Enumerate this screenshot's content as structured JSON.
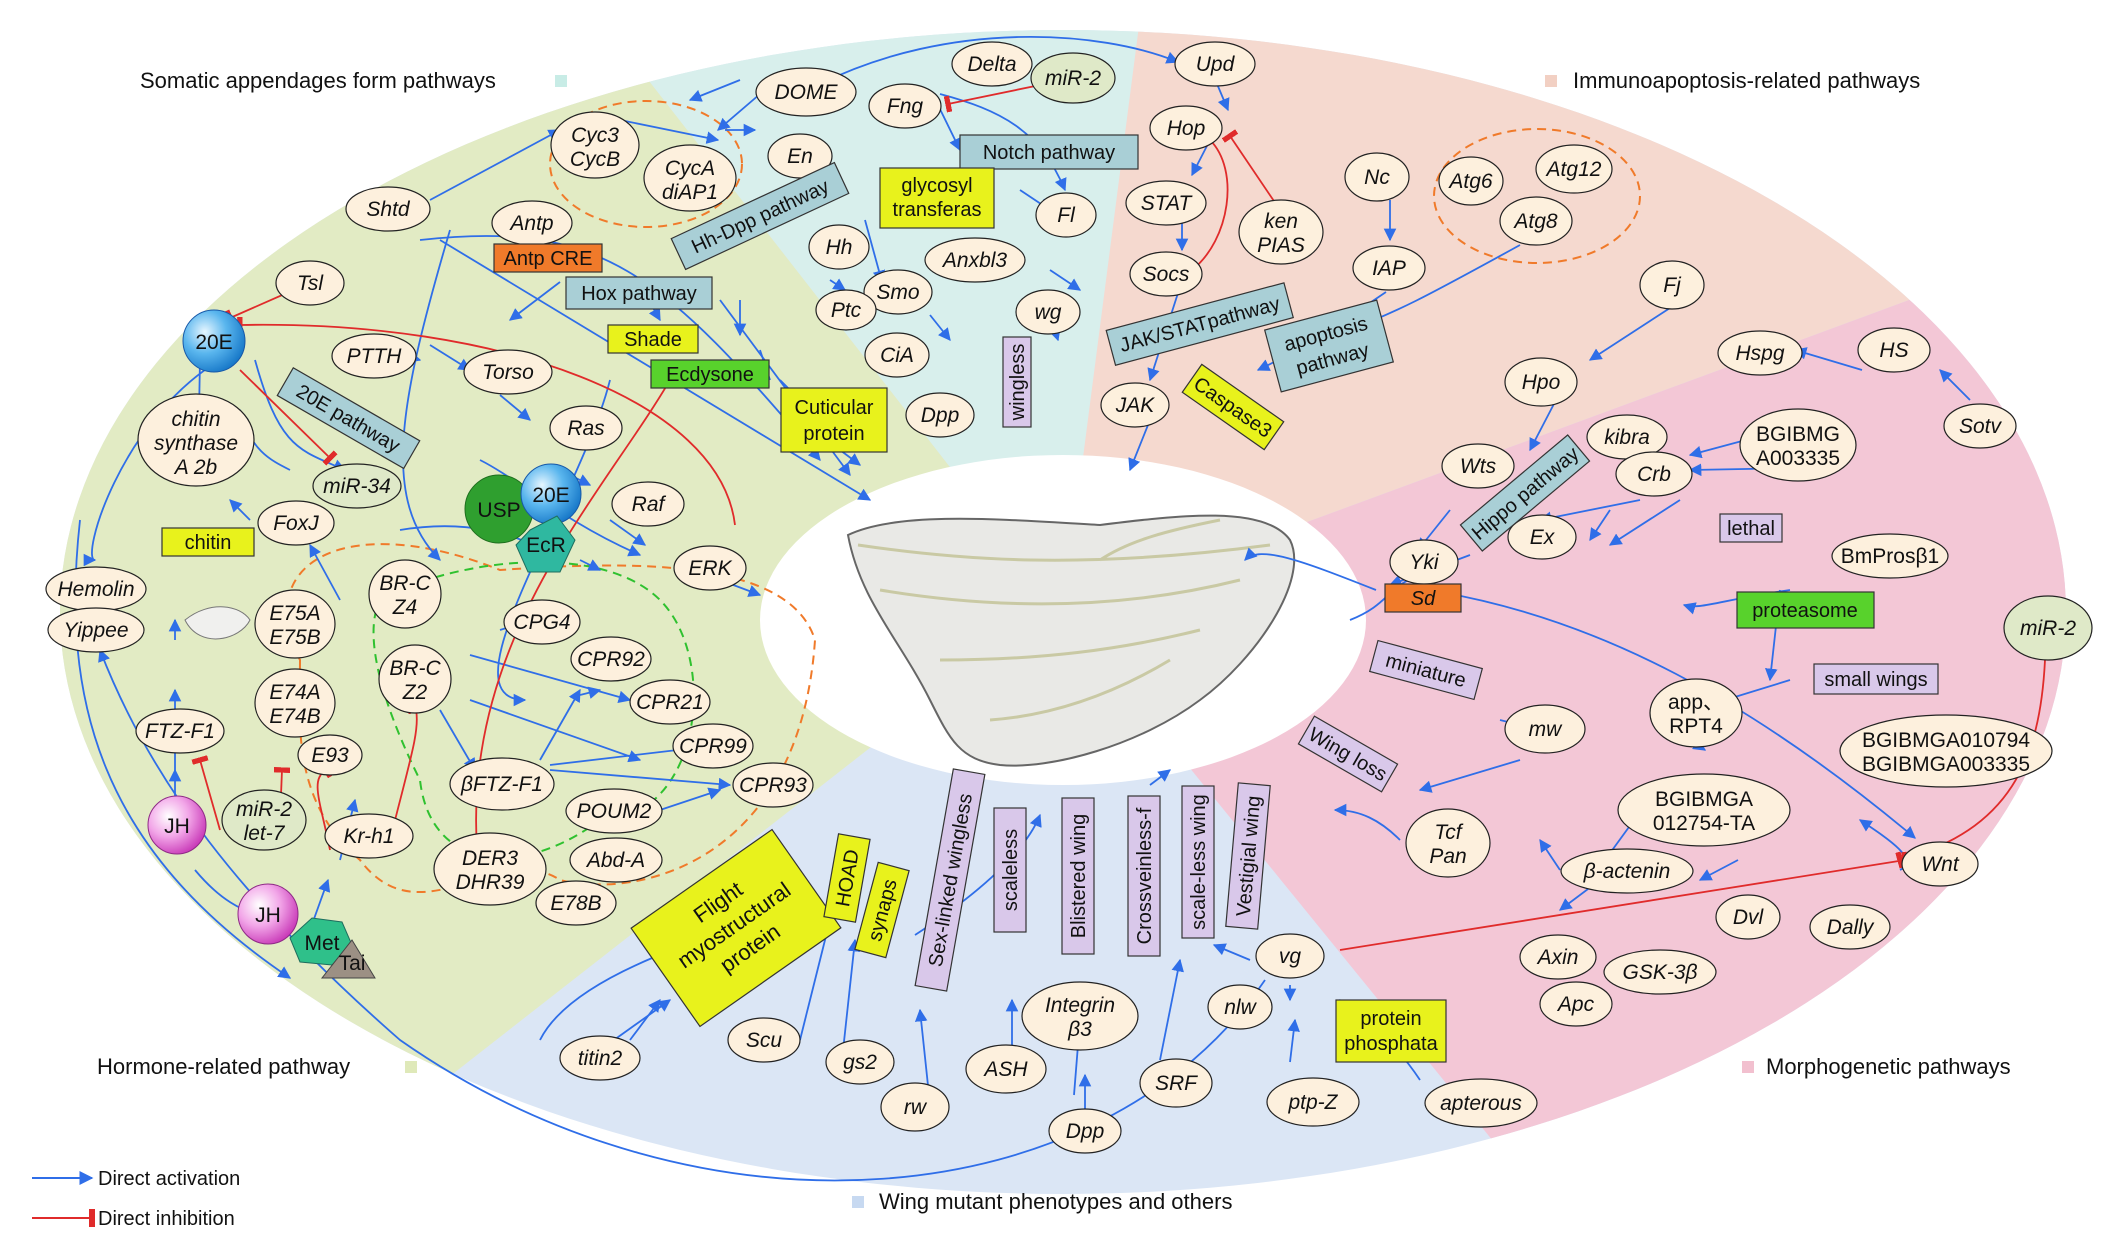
{
  "colors": {
    "activation": "#2f6ee8",
    "inhibition": "#e02b2b",
    "somatic_bg": "#d8efec",
    "immuno_bg": "#f5d9cf",
    "morpho_bg": "#f3c7d6",
    "wing_bg": "#dbe6f5",
    "hormone_bg": "#e2ebc4",
    "node_fill": "#fdf0dd",
    "yellow_box": "#e8f21c",
    "lavender_box": "#d9c8ea",
    "teal_box": "#a9cfd6",
    "orange_box": "#f07a2a",
    "green_box": "#58d22c"
  },
  "sections": {
    "somatic": "Somatic appendages form pathways",
    "immuno": "Immunoapoptosis-related pathways",
    "hormone": "Hormone-related pathway",
    "morpho": "Morphogenetic pathways",
    "wing": "Wing mutant phenotypes and others"
  },
  "legend": {
    "activation": "Direct activation",
    "inhibition": "Direct inhibition"
  },
  "nodes": {
    "delta": "Delta",
    "mir2_top": "miR-2",
    "upd": "Upd",
    "dome": "DOME",
    "fng": "Fng",
    "cyc3": "Cyc3",
    "cycb": "CycB",
    "cyca": "CycA",
    "diap1": "diAP1",
    "en": "En",
    "shtd": "Shtd",
    "antp": "Antp",
    "hh": "Hh",
    "smo": "Smo",
    "ptc": "Ptc",
    "cia": "CiA",
    "dpp": "Dpp",
    "fl": "Fl",
    "anxbl3": "Anxbl3",
    "wg": "wg",
    "hop": "Hop",
    "stat": "STAT",
    "socs": "Socs",
    "ken1": "ken",
    "ken2": "PIAS",
    "nc": "Nc",
    "iap": "IAP",
    "jak": "JAK",
    "atg6": "Atg6",
    "atg12": "Atg12",
    "atg8": "Atg8",
    "tsl": "Tsl",
    "e20": "20E",
    "ptth": "PTTH",
    "torso": "Torso",
    "ras": "Ras",
    "raf": "Raf",
    "erk": "ERK",
    "chitin1": "chitin",
    "chitin2": "synthase",
    "chitin3": "A 2b",
    "mir34": "miR-34",
    "foxj": "FoxJ",
    "usp": "USP",
    "e20b": "20E",
    "ecr": "EcR",
    "hemolin": "Hemolin",
    "yippee": "Yippee",
    "e75a": "E75A",
    "e75b": "E75B",
    "brc1": "BR-C",
    "brc1b": "Z4",
    "brc2": "BR-C",
    "brc2b": "Z2",
    "cpg4": "CPG4",
    "cpr92": "CPR92",
    "cpr21": "CPR21",
    "cpr99": "CPR99",
    "cpr93": "CPR93",
    "e74a": "E74A",
    "e74b": "E74B",
    "e93": "E93",
    "ftzf1": "FTZ-F1",
    "bftzf1": "βFTZ-F1",
    "mir2let1": "miR-2",
    "mir2let2": "let-7",
    "jh1": "JH",
    "jh2": "JH",
    "krh1": "Kr-h1",
    "met": "Met",
    "tai": "Tai",
    "der3a": "DER3",
    "der3b": "DHR39",
    "poum2": "POUM2",
    "abda": "Abd-A",
    "e78b": "E78B",
    "fj": "Fj",
    "hpo": "Hpo",
    "hspg": "Hspg",
    "hs": "HS",
    "sotv": "Sotv",
    "kibra": "kibra",
    "crb": "Crb",
    "bgib1a": "BGIBMG",
    "bgib1b": "A003335",
    "wts": "Wts",
    "ex": "Ex",
    "yki": "Yki",
    "bmpros": "BmProsβ1",
    "mir2_right": "miR-2",
    "mw": "mw",
    "app1": "app、",
    "app2": "RPT4",
    "bgib2a": "BGIBMGA010794",
    "bgib2b": "BGIBMGA003335",
    "bgib3a": "BGIBMGA",
    "bgib3b": "012754-TA",
    "tcf1": "Tcf",
    "tcf2": "Pan",
    "bactenin": "β-actenin",
    "wnt": "Wnt",
    "dvl": "Dvl",
    "dally": "Dally",
    "axin": "Axin",
    "gsk": "GSK-3β",
    "apc": "Apc",
    "vg": "vg",
    "titin2": "titin2",
    "scu": "Scu",
    "gs2": "gs2",
    "rw": "rw",
    "ash": "ASH",
    "integrin1": "Integrin",
    "integrin2": "β3",
    "dpp2": "Dpp",
    "srf": "SRF",
    "nlw": "nlw",
    "ptpz": "ptp-Z",
    "apterous": "apterous"
  },
  "boxes": {
    "notch": "Notch pathway",
    "glycosyl1": "glycosyl",
    "glycosyl2": "transferas",
    "hhdpp": "Hh-Dpp pathway",
    "antpcre": "Antp CRE",
    "hox": "Hox pathway",
    "shade": "Shade",
    "ecdysone": "Ecdysone",
    "cuticular1": "Cuticular",
    "cuticular2": "protein",
    "wingless": "wingless",
    "jakstat": "JAK/STATpathway",
    "apoptosis1": "apoptosis",
    "apoptosis2": "pathway",
    "caspase": "Caspase3",
    "e20path": "20E pathway",
    "chitin": "chitin",
    "hippo": "Hippo pathway",
    "lethal": "lethal",
    "sd": "Sd",
    "proteasome": "proteasome",
    "smallwings": "small wings",
    "miniature": "miniature",
    "wingloss": "Wing loss",
    "flight1": "Flight",
    "flight2": "myostructural",
    "flight3": "protein",
    "hoad": "HOAD",
    "synaps": "synaps",
    "sexlinked": "Sex-linked wingless",
    "scaleless": "scaleless",
    "blistered": "Blistered wing",
    "crossvein": "Crossveinless-f",
    "scaleless2": "scale-less wing",
    "vestigial": "Vestigial wing",
    "protein1": "protein",
    "protein2": "phosphata"
  }
}
